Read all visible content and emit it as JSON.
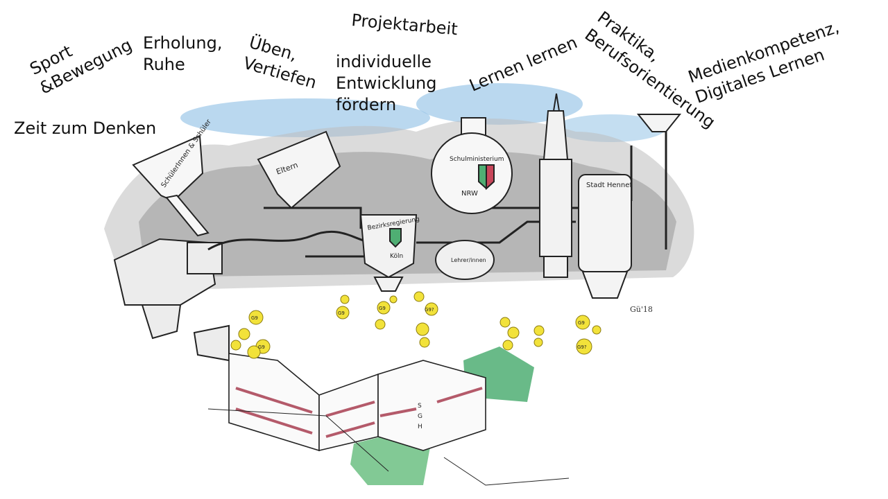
{
  "labels": {
    "sport": "Sport\n&Bewegung",
    "erholung": "Erholung,\nRuhe",
    "ueben": "Üben,\nVertiefen",
    "individuell": "individuelle\nEntwicklung\nfördern",
    "projektarbeit": "Projektarbeit",
    "lernen": "Lernen lernen",
    "praktika": "Praktika,\nBerufsorientierung",
    "medien": "Medienkompetenz,\nDigitales Lernen",
    "zeit": "Zeit zum Denken"
  },
  "drawing_text": {
    "funnel": "SchülerInnen & Schüler",
    "eltern": "Eltern",
    "bezirk": "Bezirksregierung",
    "koeln": "Köln",
    "ministerium": "Schulministerium",
    "nrw": "NRW",
    "lehrer": "Lehrer/innen",
    "stadt": "Stadt Hennef",
    "school_s": "S",
    "school_g": "G",
    "school_h": "H",
    "bubble": "G9",
    "bubble_q": "G9?",
    "signature": "Gü'18"
  },
  "colors": {
    "sky": "#9cc8e8",
    "bubble": "#f2e23a",
    "lawn": "#4fae73",
    "brick": "#b45a6a",
    "ink": "#222222"
  }
}
